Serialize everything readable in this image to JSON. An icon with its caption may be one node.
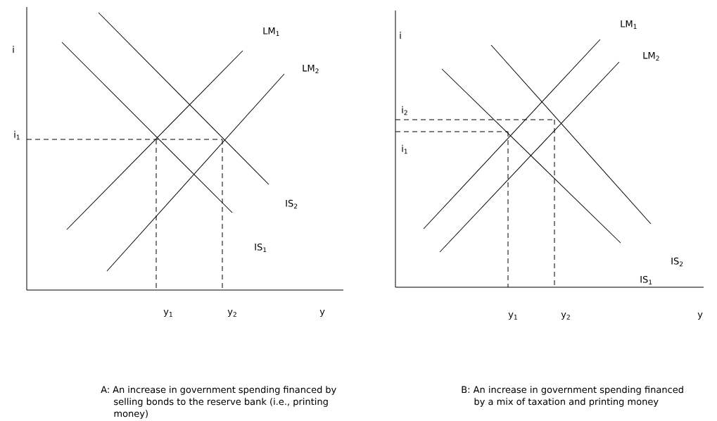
{
  "diagram": {
    "labels": [
      "i",
      "LM$_{1}$",
      "LM$_{2}$",
      "i$_{1}$",
      "IS$_{2}$",
      "IS$_{1}$",
      "y$_{1}$",
      "y$_{2}$",
      "y",
      "i",
      "LM$_{1}$",
      "LM$_{2}$",
      "i$_{2}$",
      "i$_{1}$",
      "IS$_{2}$",
      "IS$_{1}$",
      "y$_{1}$",
      "y$_{2}$",
      "y",
      "A: An increase in government spending financed by selling bonds to the reserve bank (i.e., printing money)",
      "B: An increase in government spending financed by a mix of taxation and printing money"
    ]
  }
}
